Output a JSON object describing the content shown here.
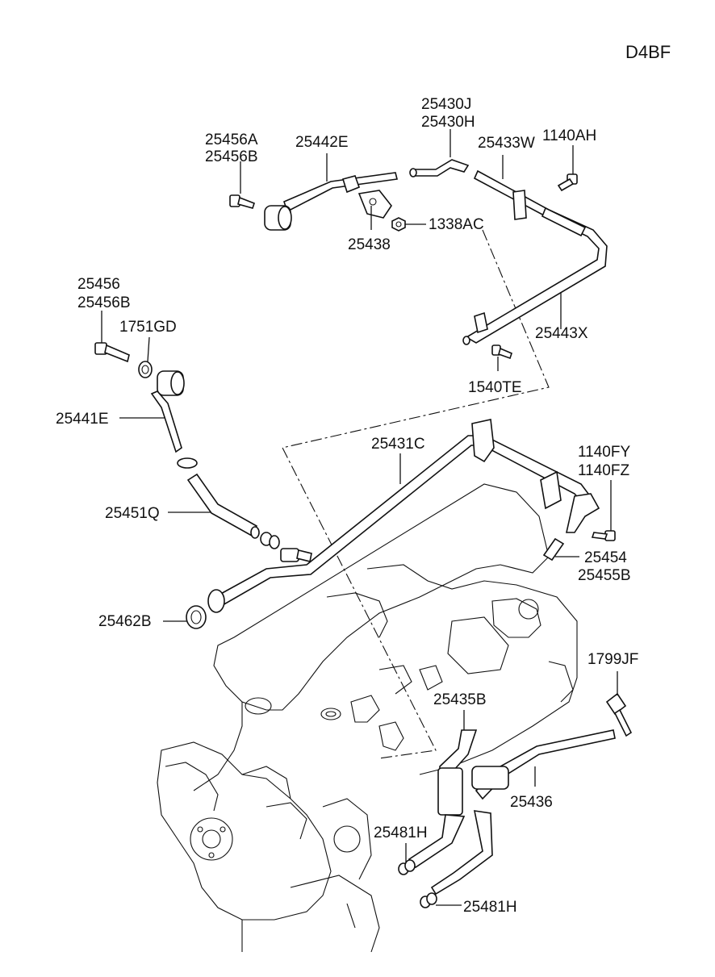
{
  "diagram": {
    "model_code": "D4BF",
    "part_labels": {
      "p25456A": "25456A",
      "p25456B_top": "25456B",
      "p25442E": "25442E",
      "p25430J": "25430J",
      "p25430H": "25430H",
      "p25433W": "25433W",
      "p1140AH": "1140AH",
      "p25438": "25438",
      "p1338AC": "1338AC",
      "p25456": "25456",
      "p25456B_left": "25456B",
      "p1751GD": "1751GD",
      "p25443X": "25443X",
      "p1540TE": "1540TE",
      "p25441E": "25441E",
      "p25431C": "25431C",
      "p1140FY": "1140FY",
      "p1140FZ": "1140FZ",
      "p25451Q": "25451Q",
      "p25454": "25454",
      "p25455B": "25455B",
      "p25462B": "25462B",
      "p1799JF": "1799JF",
      "p25435B": "25435B",
      "p25436": "25436",
      "p25481H_upper": "25481H",
      "p25481H_lower": "25481H"
    }
  }
}
